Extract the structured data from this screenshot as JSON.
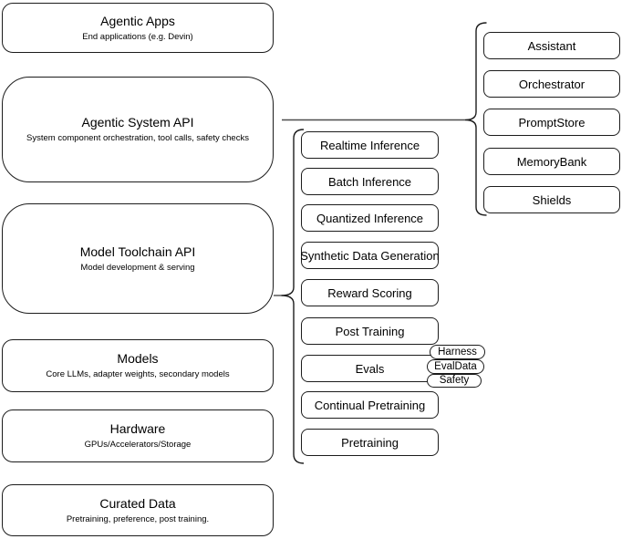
{
  "diagram": {
    "left_stack": [
      {
        "title": "Agentic Apps",
        "subtitle": "End applications (e.g. Devin)"
      },
      {
        "title": "Agentic System API",
        "subtitle": "System component orchestration, tool calls, safety checks"
      },
      {
        "title": "Model Toolchain API",
        "subtitle": "Model development & serving"
      },
      {
        "title": "Models",
        "subtitle": "Core LLMs, adapter weights, secondary models"
      },
      {
        "title": "Hardware",
        "subtitle": "GPUs/Accelerators/Storage"
      },
      {
        "title": "Curated Data",
        "subtitle": "Pretraining, preference, post training."
      }
    ],
    "toolchain_services": [
      "Realtime Inference",
      "Batch Inference",
      "Quantized Inference",
      "Synthetic Data Generation",
      "Reward Scoring",
      "Post Training",
      "Evals",
      "Continual Pretraining",
      "Pretraining"
    ],
    "eval_components": [
      "Harness",
      "EvalData",
      "Safety"
    ],
    "system_components": [
      "Assistant",
      "Orchestrator",
      "PromptStore",
      "MemoryBank",
      "Shields"
    ],
    "colors": {
      "background": "#ffffff",
      "box_fill": "#ffffff",
      "box_border": "#1c1c1c",
      "connector": "#4d4d4d",
      "text": "#000000"
    }
  }
}
